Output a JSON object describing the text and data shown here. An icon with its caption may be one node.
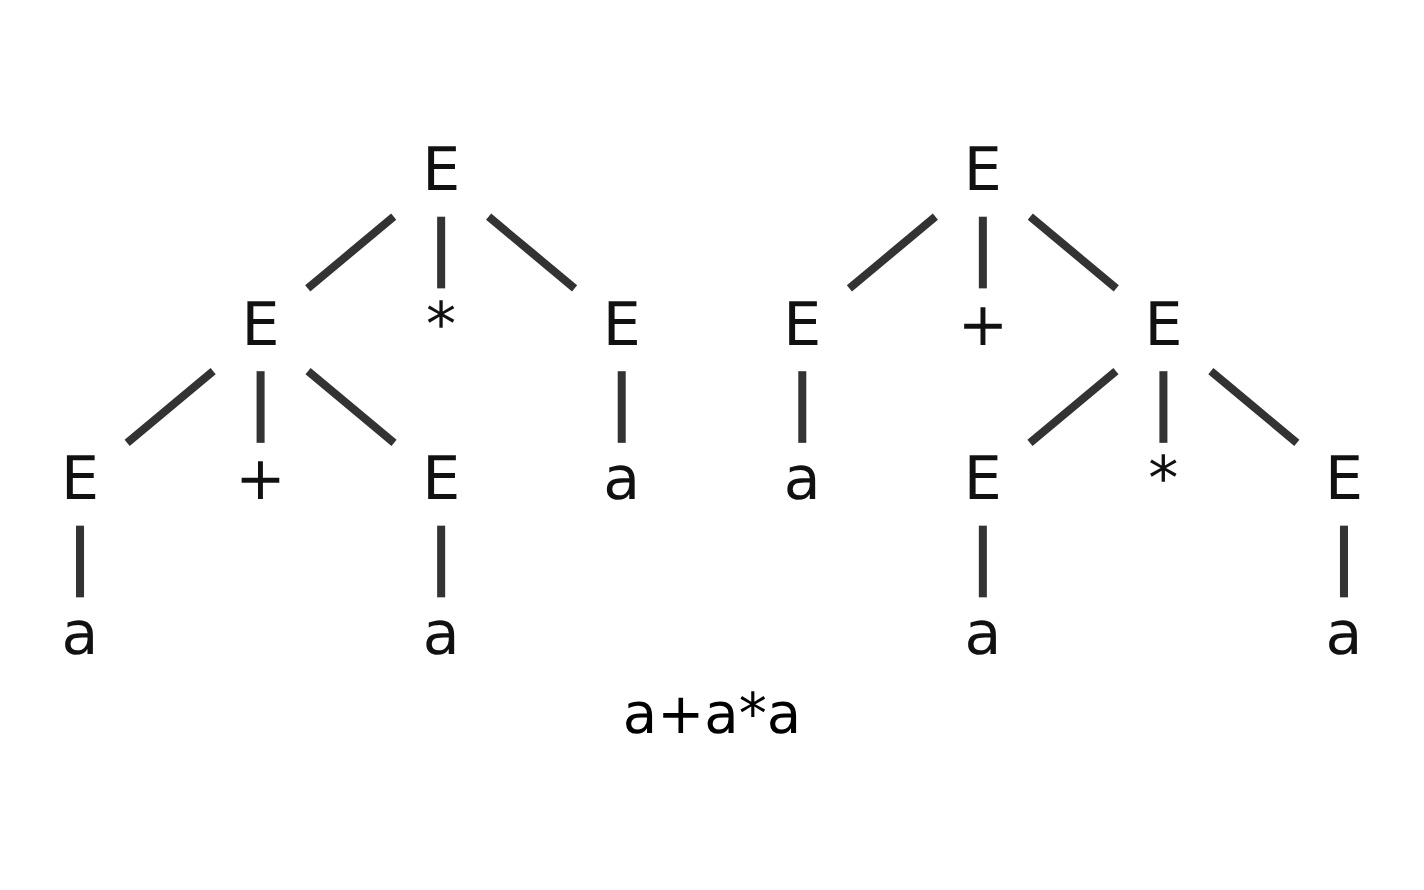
{
  "diagram": {
    "caption": "a+a*a",
    "nodes": [
      {
        "text": [
          "E"
        ]
      },
      {
        "text": [
          "E"
        ]
      },
      {
        "text": [
          "*"
        ]
      },
      {
        "text": [
          "E"
        ]
      },
      {
        "text": [
          "E"
        ]
      },
      {
        "text": [
          "+"
        ]
      },
      {
        "text": [
          "E"
        ]
      },
      {
        "text": [
          "a"
        ]
      },
      {
        "text": [
          "a"
        ]
      },
      {
        "text": [
          "a"
        ]
      },
      {
        "text": [
          "E"
        ]
      },
      {
        "text": [
          "E"
        ]
      },
      {
        "text": [
          "+"
        ]
      },
      {
        "text": [
          "E"
        ]
      },
      {
        "text": [
          "a"
        ]
      },
      {
        "text": [
          "E"
        ]
      },
      {
        "text": [
          "*"
        ]
      },
      {
        "text": [
          "E"
        ]
      },
      {
        "text": [
          "a"
        ]
      },
      {
        "text": [
          "a"
        ]
      }
    ],
    "edges": [
      {
        "from": 0,
        "to": 1,
        "arrow": "none"
      },
      {
        "from": 0,
        "to": 2,
        "arrow": "none"
      },
      {
        "from": 0,
        "to": 3,
        "arrow": "none"
      },
      {
        "from": 1,
        "to": 4,
        "arrow": "none"
      },
      {
        "from": 1,
        "to": 5,
        "arrow": "none"
      },
      {
        "from": 1,
        "to": 6,
        "arrow": "none"
      },
      {
        "from": 3,
        "to": 7,
        "arrow": "none"
      },
      {
        "from": 4,
        "to": 8,
        "arrow": "none"
      },
      {
        "from": 6,
        "to": 9,
        "arrow": "none"
      },
      {
        "from": 10,
        "to": 11,
        "arrow": "none"
      },
      {
        "from": 10,
        "to": 12,
        "arrow": "none"
      },
      {
        "from": 10,
        "to": 13,
        "arrow": "none"
      },
      {
        "from": 11,
        "to": 14,
        "arrow": "none"
      },
      {
        "from": 13,
        "to": 15,
        "arrow": "none"
      },
      {
        "from": 13,
        "to": 16,
        "arrow": "none"
      },
      {
        "from": 13,
        "to": 17,
        "arrow": "none"
      },
      {
        "from": 15,
        "to": 18,
        "arrow": "none"
      },
      {
        "from": 17,
        "to": 19,
        "arrow": "none"
      }
    ]
  }
}
